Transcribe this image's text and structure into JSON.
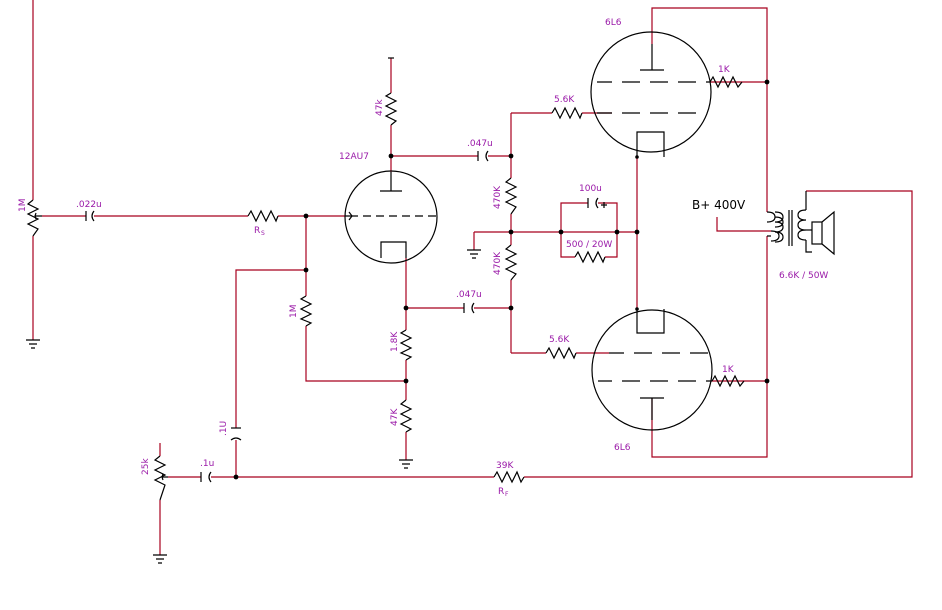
{
  "labels": {
    "pot_input": "1M",
    "cap_input": ".022u",
    "res_series": "R",
    "res_series_sub": "S",
    "res_plate_12au7": "47k",
    "tube_driver": "12AU7",
    "cap_upper": ".047u",
    "res_grid_upper": "470K",
    "res_grid_lower": "470K",
    "cap_lower": ".047u",
    "res_grid_leak": "1M",
    "res_cathode_a": "1.8K",
    "res_cathode_b": "47K",
    "cap_feedback": ".1U",
    "pot_presence": "25k",
    "cap_presence": ".1u",
    "res_feedback": "39K",
    "res_feedback_name": "R",
    "res_feedback_sub": "F",
    "res_screen_top": "5.6K",
    "res_screen_bottom": "5.6K",
    "tube_top": "6L6",
    "tube_bottom": "6L6",
    "res_g2_top": "1K",
    "res_g2_bottom": "1K",
    "cap_bypass": "100u",
    "res_bias": "500 / 20W",
    "supply": "B+ 400V",
    "transformer": "6.6K / 50W"
  },
  "colors": {
    "wire": "#a8001e",
    "component": "#000000",
    "label": "#9a1aa8"
  }
}
